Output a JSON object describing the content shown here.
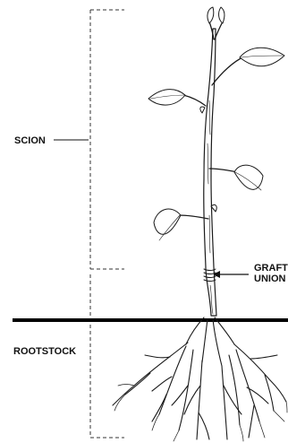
{
  "labels": {
    "scion": "SCION",
    "rootstock": "ROOTSTOCK",
    "graft_line1": "GRAFT",
    "graft_line2": "UNION"
  },
  "colors": {
    "ink": "#111111",
    "ground_line": "#000000",
    "background": "#ffffff"
  }
}
